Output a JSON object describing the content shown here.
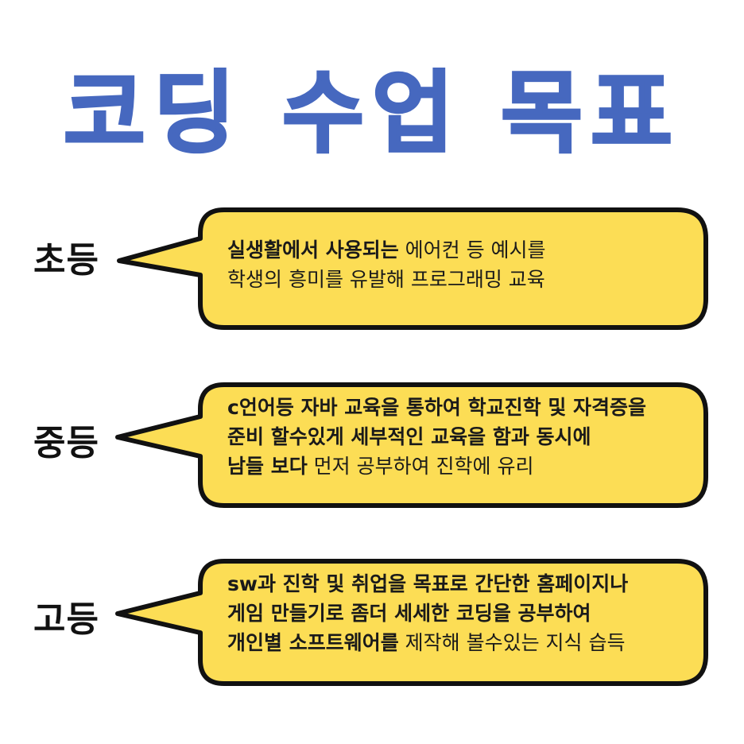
{
  "title": "코딩 수업 목표",
  "colors": {
    "title": "#4668bf",
    "bubble_fill": "#fcdd55",
    "bubble_stroke": "#111111"
  },
  "sections": [
    {
      "label": "초등",
      "lines": [
        {
          "bold": "실생활에서 사용되는",
          "normal": " 에어컨 등 예시를"
        },
        {
          "bold": "",
          "normal": "학생의 흥미를 유발해 프로그래밍 교육"
        }
      ]
    },
    {
      "label": "중등",
      "lines": [
        {
          "bold": "c언어등 자바 교육을 통하여 학교진학 및 자격증을",
          "normal": ""
        },
        {
          "bold": "준비 할수있게 세부적인 교육을 함과 동시에",
          "normal": ""
        },
        {
          "bold": "남들 보다",
          "normal": " 먼저 공부하여 진학에 유리"
        }
      ]
    },
    {
      "label": "고등",
      "lines": [
        {
          "bold": "sw과 진학 및 취업을 목표로 간단한 홈페이지나",
          "normal": ""
        },
        {
          "bold": "게임 만들기로 좀더 세세한 코딩을 공부하여",
          "normal": ""
        },
        {
          "bold": "개인별 소프트웨어를",
          "normal": " 제작해 볼수있는 지식 습득"
        }
      ]
    }
  ]
}
